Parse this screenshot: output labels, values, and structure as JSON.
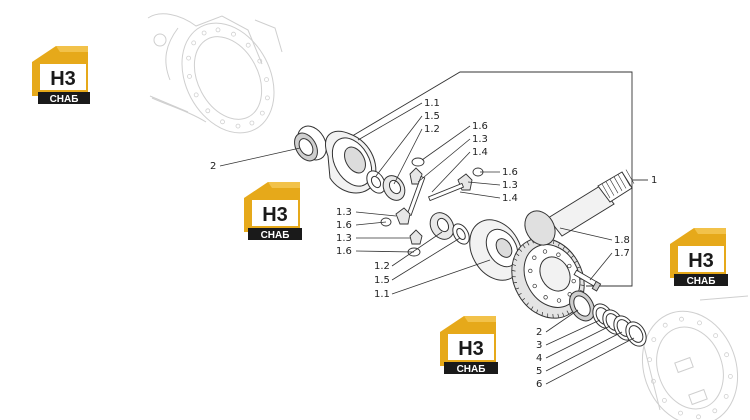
{
  "logo": {
    "mark": "H3",
    "caption": "СНАБ"
  },
  "callouts": {
    "top_1_1": "1.1",
    "top_1_5": "1.5",
    "top_1_2": "1.2",
    "top_1_6": "1.6",
    "top_1_3": "1.3",
    "top_1_4": "1.4",
    "right_1_6": "1.6",
    "right_1_3": "1.3",
    "right_1_4": "1.4",
    "left_1_3a": "1.3",
    "left_1_6a": "1.6",
    "left_1_3b": "1.3",
    "left_1_6b": "1.6",
    "bot_1_2": "1.2",
    "bot_1_5": "1.5",
    "bot_1_1": "1.1",
    "c_1_8": "1.8",
    "c_1_7": "1.7",
    "main_1": "1",
    "main_2": "2",
    "r_2": "2",
    "r_3": "3",
    "r_4": "4",
    "r_5": "5",
    "r_6": "6"
  }
}
